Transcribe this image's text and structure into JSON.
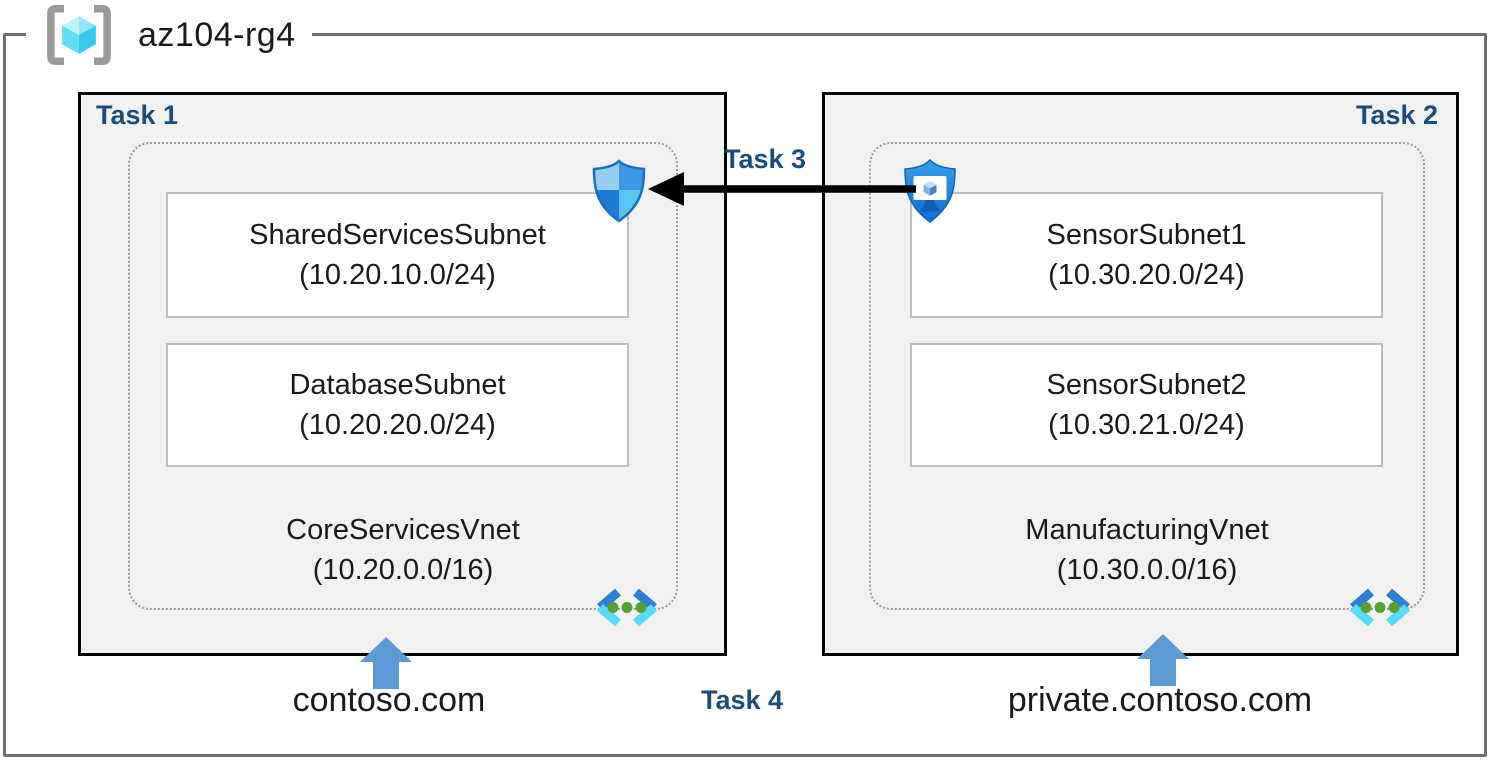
{
  "resource_group": {
    "name": "az104-rg4",
    "icon": "resource-group-icon"
  },
  "left_box": {
    "task_label": "Task 1",
    "vnet_name": "CoreServicesVnet",
    "vnet_cidr": "(10.20.0.0/16)",
    "subnets": [
      {
        "name": "SharedServicesSubnet",
        "cidr": "(10.20.10.0/24)"
      },
      {
        "name": "DatabaseSubnet",
        "cidr": "(10.20.20.0/24)"
      }
    ],
    "dns_label": "contoso.com",
    "security_icon": "defender-shield-icon",
    "vnet_icon": "virtual-network-icon"
  },
  "right_box": {
    "task_label": "Task 2",
    "vnet_name": "ManufacturingVnet",
    "vnet_cidr": "(10.30.0.0/16)",
    "subnets": [
      {
        "name": "SensorSubnet1",
        "cidr": "(10.30.20.0/24)"
      },
      {
        "name": "SensorSubnet2",
        "cidr": "(10.30.21.0/24)"
      }
    ],
    "dns_label": "private.contoso.com",
    "security_icon": "bastion-shield-monitor-icon",
    "vnet_icon": "virtual-network-icon"
  },
  "connections": {
    "task3_label": "Task 3",
    "task3_arrow_direction": "right-to-left",
    "task4_label": "Task 4"
  },
  "colors": {
    "task_label_blue": "#1B4D7C",
    "box_fill": "#F1F1F2",
    "box_border": "#000000",
    "frame_border": "#6E6E6E",
    "dotted_border": "#9A9A9A",
    "subnet_border": "#BDBDBD",
    "block_arrow_blue": "#5B9BD5",
    "vnet_chevron_dark": "#2B7FD4",
    "vnet_chevron_light": "#55DCFB",
    "vnet_dot_green": "#55A02E"
  }
}
